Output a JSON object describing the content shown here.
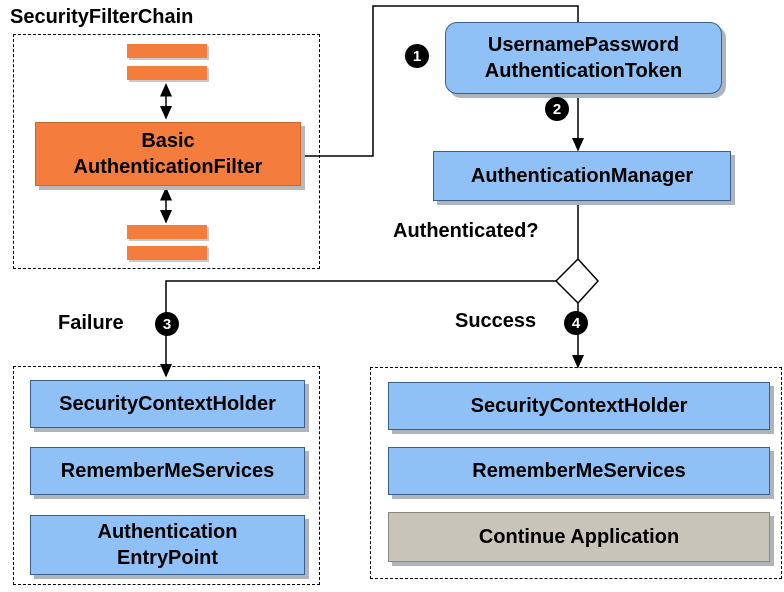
{
  "chain": {
    "title": "SecurityFilterChain",
    "filter_label": "Basic AuthenticationFilter",
    "filter_lines": [
      "Basic",
      "AuthenticationFilter"
    ]
  },
  "token": {
    "lines": [
      "UsernamePassword",
      "AuthenticationToken"
    ]
  },
  "manager": {
    "label": "AuthenticationManager"
  },
  "decision": {
    "question": "Authenticated?"
  },
  "steps": {
    "s1": "1",
    "s2": "2",
    "s3": "3",
    "s4": "4"
  },
  "failure": {
    "label": "Failure",
    "items": [
      "SecurityContextHolder",
      "RememberMeServices"
    ],
    "entry_lines": [
      "Authentication",
      "EntryPoint"
    ]
  },
  "success": {
    "label": "Success",
    "items": [
      "SecurityContextHolder",
      "RememberMeServices",
      "Continue Application"
    ]
  },
  "colors": {
    "filter": "#f47c3c",
    "component": "#8fc1f6",
    "continue": "#c8c4ba",
    "badge": "#000000"
  }
}
